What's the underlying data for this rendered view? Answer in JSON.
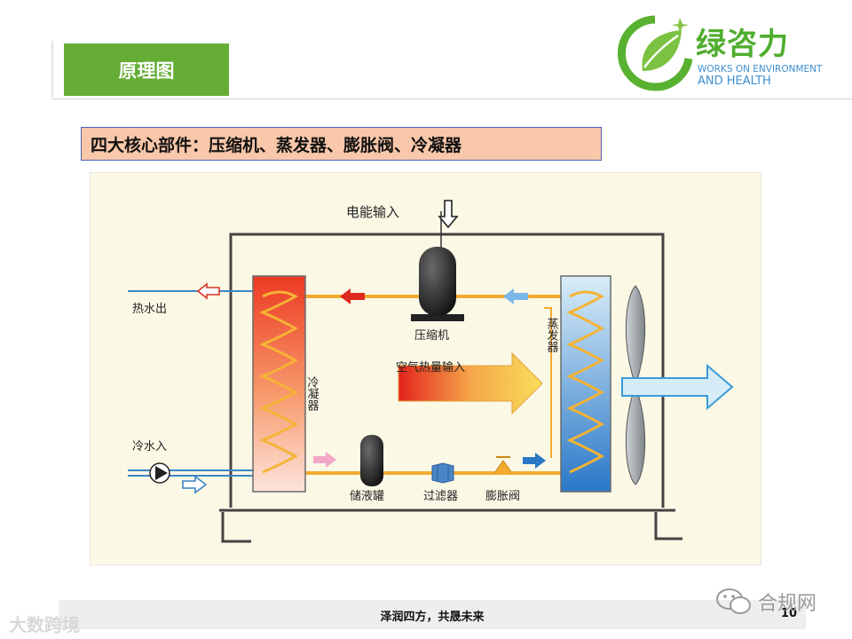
{
  "header": {
    "title": "原理图",
    "logo": {
      "name": "绿咨力",
      "tagline_line1": "WORKS ON ENVIRONMENT",
      "tagline_line2": "AND HEALTH"
    }
  },
  "subtitle": "四大核心部件：压缩机、蒸发器、膨胀阀、冷凝器",
  "diagram": {
    "electric_input": "电能输入",
    "hot_water_out": "热水出",
    "cold_water_in": "冷水入",
    "compressor": "压缩机",
    "condenser": "冷凝器",
    "evaporator": "蒸发器",
    "air_heat_input": "空气热量输入",
    "receiver": "储液罐",
    "filter": "过滤器",
    "expansion_valve": "膨胀阀"
  },
  "footer": {
    "slogan": "泽润四方，共晟未来",
    "page_number": "10"
  },
  "watermarks": {
    "left": "大数跨境",
    "right": "合规网"
  }
}
